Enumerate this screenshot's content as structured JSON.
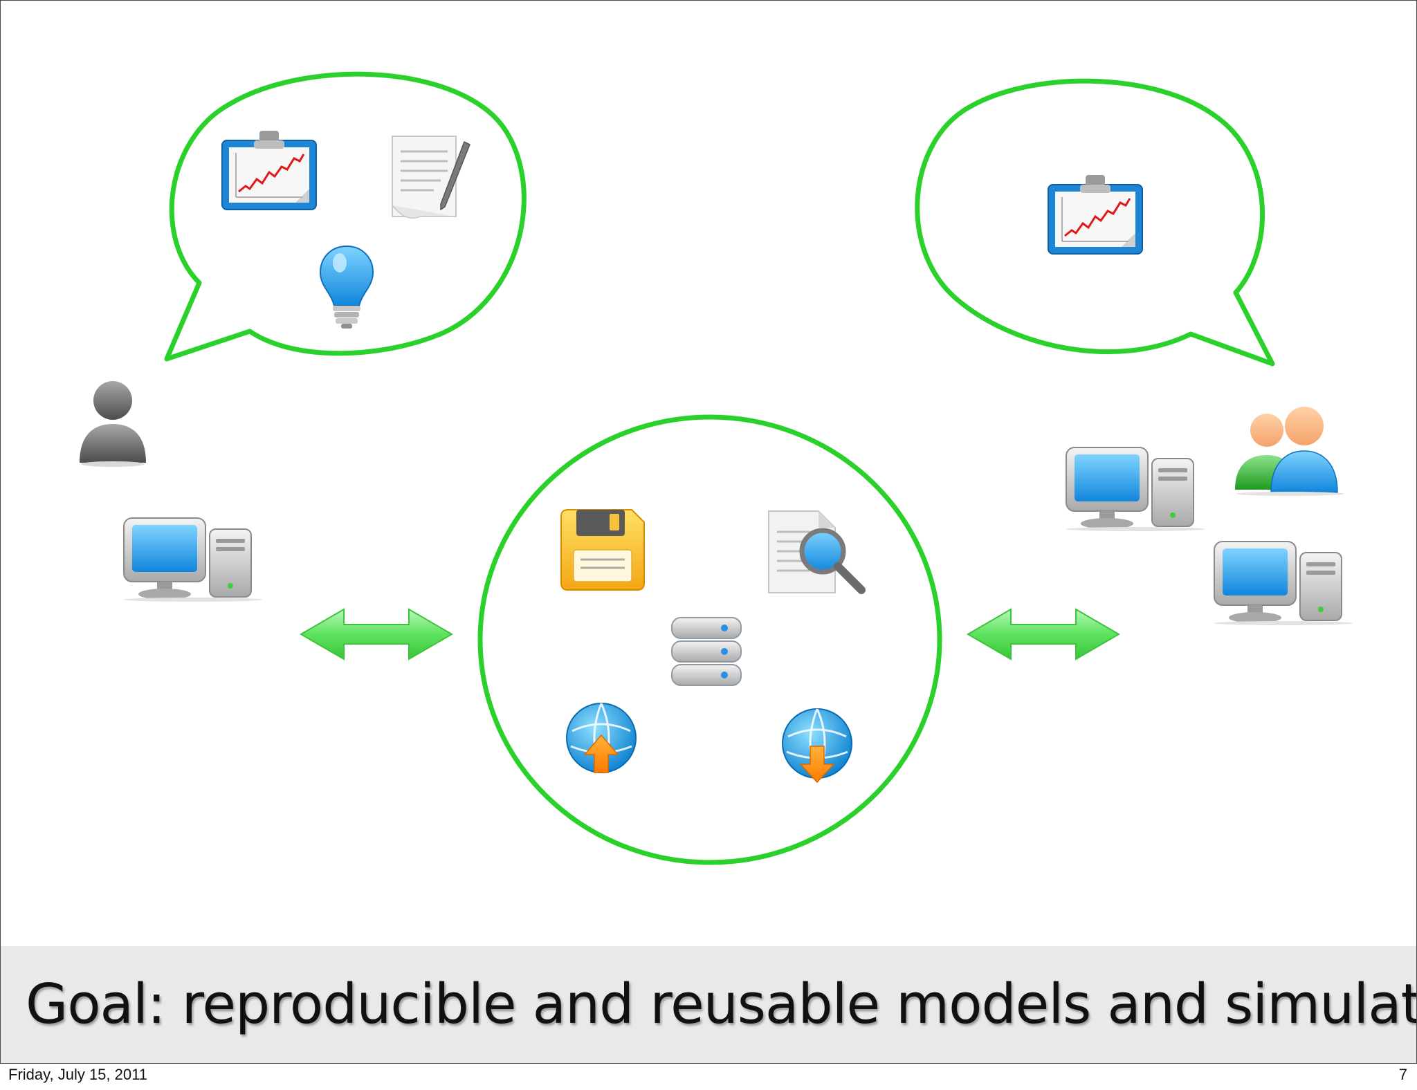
{
  "caption": "Goal: reproducible and reusable models and simulations",
  "footer": {
    "date": "Friday, July 15, 2011",
    "page": "7"
  },
  "colors": {
    "bubble_outline": "#2bd12b",
    "arrow_green": "#5ee35e",
    "caption_bar": "#e9e9e9"
  },
  "icons": {
    "left_bubble": [
      "chart-clipboard-icon",
      "document-pen-icon",
      "lightbulb-icon"
    ],
    "right_bubble": [
      "chart-clipboard-icon"
    ],
    "left_user": [
      "person-icon",
      "computer-icon"
    ],
    "right_users": [
      "group-icon",
      "computer-icon",
      "computer-icon"
    ],
    "center_repository": [
      "floppy-disk-icon",
      "search-document-icon",
      "database-icon",
      "globe-upload-icon",
      "globe-download-icon"
    ],
    "connectors": [
      "double-arrow-icon",
      "double-arrow-icon"
    ]
  }
}
